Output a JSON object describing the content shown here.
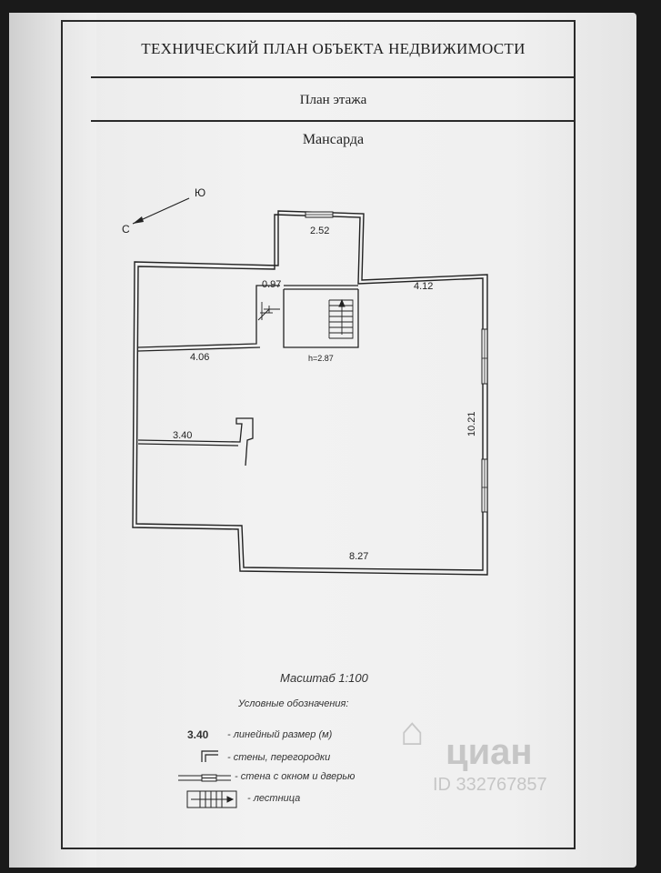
{
  "document": {
    "title": "ТЕХНИЧЕСКИЙ ПЛАН  ОБЪЕКТА НЕДВИЖИМОСТИ",
    "subtitle": "План этажа",
    "floor": "Мансарда"
  },
  "compass": {
    "south": "Ю",
    "north": "С"
  },
  "dimensions": {
    "top_room_width": "2.52",
    "stair_gap": "0.97",
    "right_top": "4.12",
    "left_upper": "4.06",
    "height": "h=2.87",
    "right_side": "10.21",
    "left_lower": "3.40",
    "bottom": "8.27"
  },
  "scale": "Масштаб 1:100",
  "legend": {
    "heading": "Условные обозначения:",
    "items": [
      {
        "symbol": "3.40",
        "text": "- линейный размер (м)"
      },
      {
        "symbol": "wall-corner",
        "text": "- стены, перегородки"
      },
      {
        "symbol": "window-wall",
        "text": "- стена с окном и дверью"
      },
      {
        "symbol": "stairs",
        "text": "- лестница"
      }
    ]
  },
  "watermark": {
    "brand": "циан",
    "id": "ID 332767857"
  }
}
